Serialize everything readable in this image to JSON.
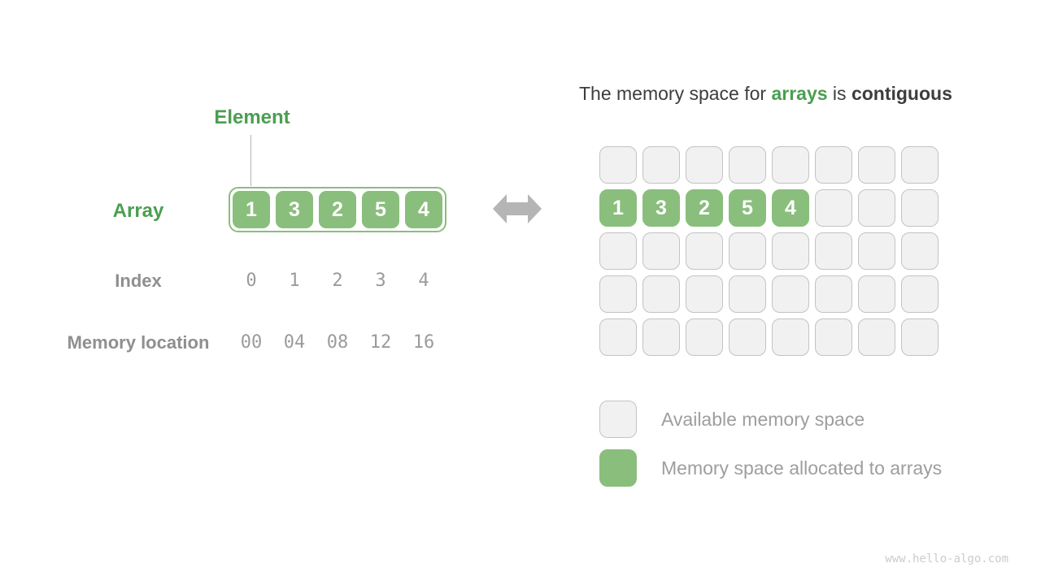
{
  "left": {
    "element_label": "Element",
    "array_label": "Array",
    "array_values": [
      "1",
      "3",
      "2",
      "5",
      "4"
    ],
    "index_label": "Index",
    "index_values": [
      "0",
      "1",
      "2",
      "3",
      "4"
    ],
    "memory_label": "Memory location",
    "memory_values": [
      "00",
      "04",
      "08",
      "12",
      "16"
    ]
  },
  "right": {
    "title": {
      "part1": "The memory space for ",
      "highlight": "arrays",
      "part2": " is ",
      "bold": "contiguous"
    },
    "grid": {
      "columns": 8,
      "rows": 5,
      "allocated_row": 1,
      "allocated_values": [
        "1",
        "3",
        "2",
        "5",
        "4"
      ]
    },
    "legend": [
      {
        "type": "available",
        "label": "Available memory space"
      },
      {
        "type": "allocated",
        "label": "Memory space allocated to arrays"
      }
    ]
  },
  "watermark": "www.hello-algo.com",
  "colors": {
    "green_fill": "#8abe7d",
    "green_text": "#4b9e50",
    "label_gray": "#8f8f8f",
    "number_gray": "#9b9b9b",
    "title_dark": "#3d3d3d",
    "available_bg": "#f1f1f1",
    "available_border": "#c3c3c3",
    "arrow_gray": "#b5b5b5"
  }
}
